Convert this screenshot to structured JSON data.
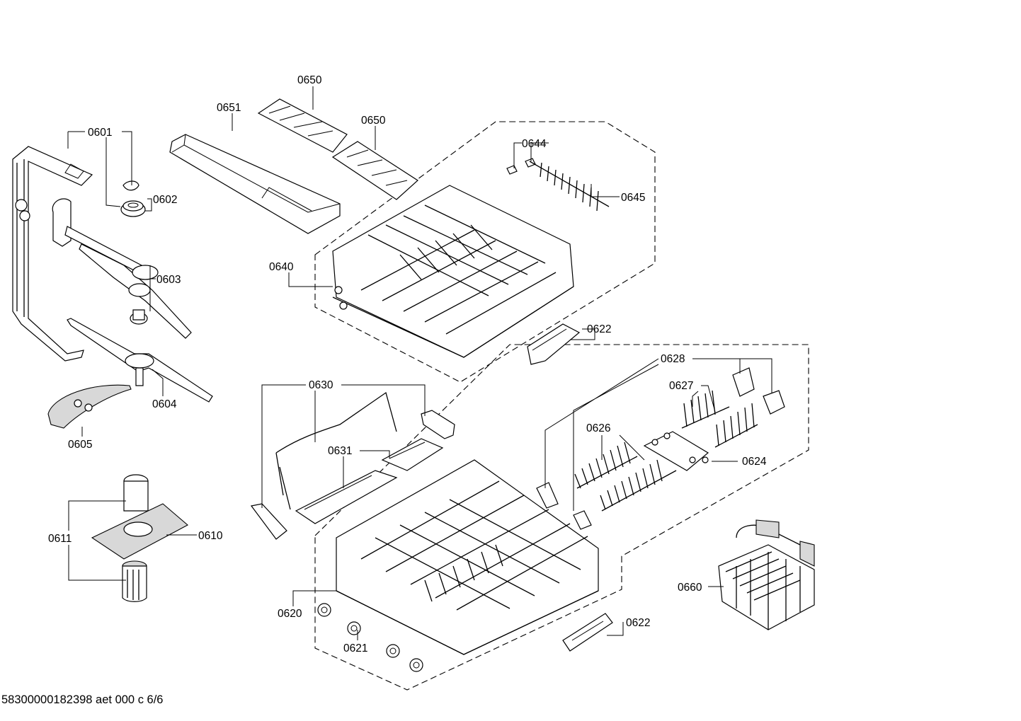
{
  "labels": {
    "p0650a": "0650",
    "p0650b": "0650",
    "p0651": "0651",
    "p0601": "0601",
    "p0602": "0602",
    "p0603": "0603",
    "p0604": "0604",
    "p0605": "0605",
    "p0644": "0644",
    "p0645": "0645",
    "p0640": "0640",
    "p0622a": "0622",
    "p0628": "0628",
    "p0627": "0627",
    "p0630": "0630",
    "p0631": "0631",
    "p0626": "0626",
    "p0624": "0624",
    "p0611": "0611",
    "p0610": "0610",
    "p0620": "0620",
    "p0621": "0621",
    "p0622b": "0622",
    "p0660": "0660"
  },
  "footer": "58300000182398 aet 000 c 6/6"
}
